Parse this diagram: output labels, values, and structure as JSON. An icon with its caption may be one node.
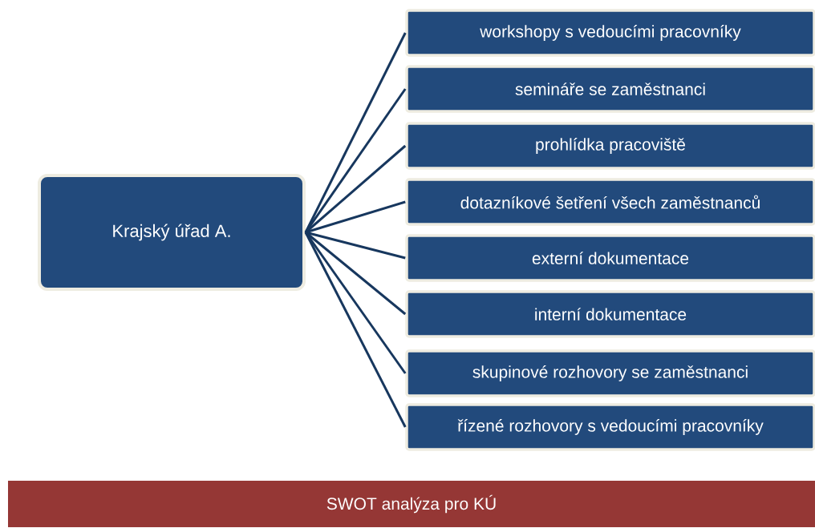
{
  "diagram": {
    "nodes": [
      {
        "text": [
          "Krajský úřad A."
        ]
      },
      {
        "text": [
          "workshopy s vedoucími pracovníky"
        ]
      },
      {
        "text": [
          "semináře se zaměstnanci"
        ]
      },
      {
        "text": [
          "prohlídka pracoviště"
        ]
      },
      {
        "text": [
          "dotazníkové šetření všech zaměstnanců"
        ]
      },
      {
        "text": [
          "externí dokumentace"
        ]
      },
      {
        "text": [
          "interní dokumentace"
        ]
      },
      {
        "text": [
          "skupinové rozhovory se zaměstnanci"
        ]
      },
      {
        "text": [
          "řízené rozhovory s vedoucími pracovníky"
        ]
      },
      {
        "text": [
          "SWOT analýza pro KÚ"
        ]
      }
    ],
    "edges": [
      {
        "from": 0,
        "to": 1,
        "arrow": "none"
      },
      {
        "from": 0,
        "to": 2,
        "arrow": "none"
      },
      {
        "from": 0,
        "to": 3,
        "arrow": "none"
      },
      {
        "from": 0,
        "to": 4,
        "arrow": "none"
      },
      {
        "from": 0,
        "to": 5,
        "arrow": "none"
      },
      {
        "from": 0,
        "to": 6,
        "arrow": "none"
      },
      {
        "from": 0,
        "to": 7,
        "arrow": "none"
      },
      {
        "from": 0,
        "to": 8,
        "arrow": "none"
      }
    ]
  }
}
